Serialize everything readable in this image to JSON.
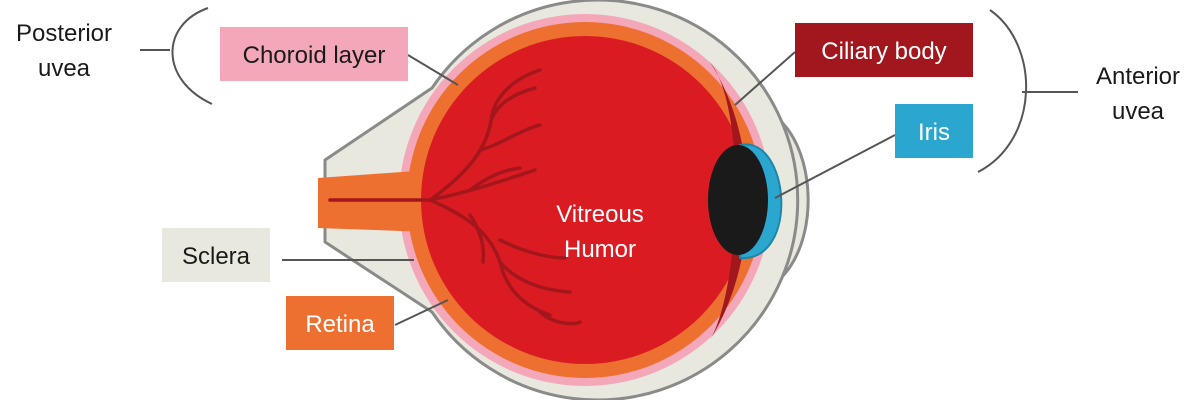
{
  "labels": {
    "posterior_uvea": [
      "Posterior",
      "uvea"
    ],
    "anterior_uvea": [
      "Anterior",
      "uvea"
    ],
    "choroid": "Choroid layer",
    "ciliary": "Ciliary body",
    "iris": "Iris",
    "sclera": "Sclera",
    "retina": "Retina",
    "vitreous": [
      "Vitreous",
      "Humor"
    ]
  },
  "colors": {
    "sclera": "#e8e8de",
    "sclera_outline": "#8a8a8a",
    "choroid": "#f4a7b9",
    "retina": "#ee7030",
    "vitreous": "#da1c22",
    "vessels": "#a4161c",
    "ciliary": "#a2171e",
    "iris": "#2aa6cf",
    "pupil": "#1a1a1a",
    "leader": "#555555"
  }
}
